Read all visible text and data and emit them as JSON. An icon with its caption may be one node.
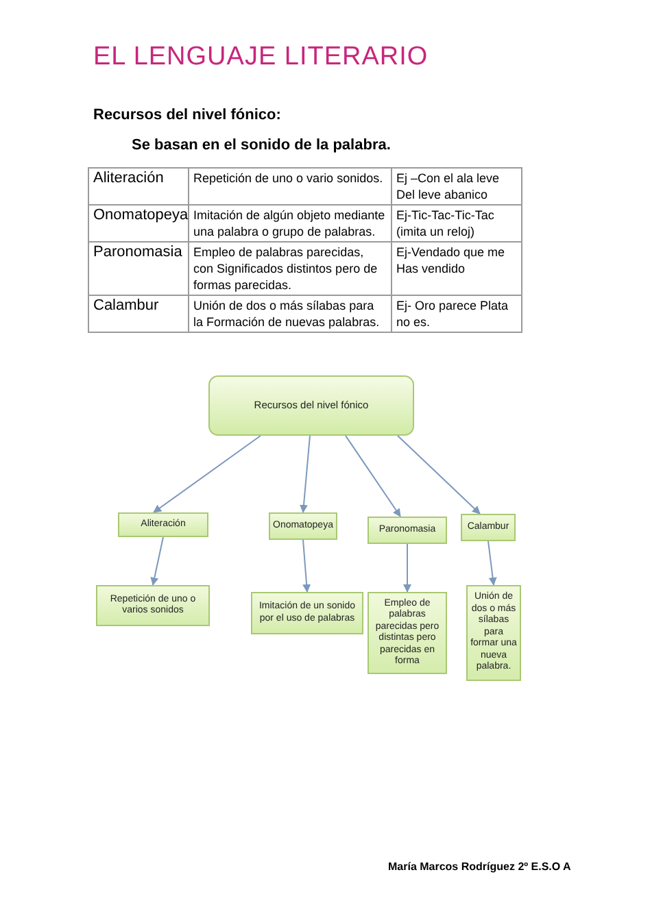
{
  "diagram": {
    "title": "EL LENGUAJE LITERARIO",
    "nodes": [
      {
        "text": [
          "Recursos del nivel fónico"
        ]
      },
      {
        "text": [
          "Aliteración"
        ]
      },
      {
        "text": [
          "Onomatopeya"
        ]
      },
      {
        "text": [
          "Paronomasia"
        ]
      },
      {
        "text": [
          "Calambur"
        ]
      },
      {
        "text": [
          "Repetición de uno o varios sonidos"
        ]
      },
      {
        "text": [
          "Imitación de un sonido por el uso de palabras"
        ]
      },
      {
        "text": [
          "Empleo de palabras parecidas pero distintas pero parecidas en forma"
        ]
      },
      {
        "text": [
          "Unión de dos o más sílabas para formar una nueva palabra."
        ]
      }
    ],
    "edges": [
      {
        "from": 0,
        "to": 1,
        "arrow": "to"
      },
      {
        "from": 0,
        "to": 2,
        "arrow": "to"
      },
      {
        "from": 0,
        "to": 3,
        "arrow": "to"
      },
      {
        "from": 0,
        "to": 4,
        "arrow": "to"
      },
      {
        "from": 1,
        "to": 5,
        "arrow": "to"
      },
      {
        "from": 2,
        "to": 6,
        "arrow": "to"
      },
      {
        "from": 3,
        "to": 7,
        "arrow": "to"
      },
      {
        "from": 4,
        "to": 8,
        "arrow": "to"
      }
    ],
    "labels": [
      "Recursos del nivel fónico:",
      "Se basan en el sonido de la palabra.",
      "Aliteración",
      "Repetición de uno o vario sonidos.",
      "Ej –Con el ala leve Del leve abanico",
      "Onomatopeya",
      "Imitación de algún objeto mediante una palabra o grupo de palabras.",
      "Ej-Tic-Tac-Tic-Tac (imita un reloj)",
      "Paronomasia",
      "Empleo de palabras parecidas, con Significados distintos pero de formas parecidas.",
      "Ej-Vendado que me Has vendido",
      "Calambur",
      "Unión de dos o más sílabas para la Formación de nuevas palabras.",
      "Ej- Oro parece Plata no es.",
      "María Marcos Rodríguez  2º E.S.O A"
    ]
  }
}
